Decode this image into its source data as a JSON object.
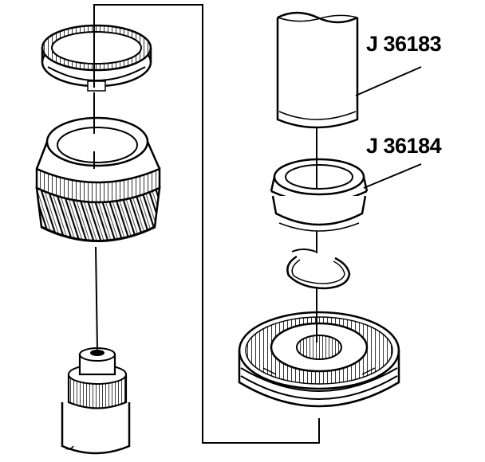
{
  "callouts": [
    {
      "id": "tool-1",
      "text": "J 36183"
    },
    {
      "id": "tool-2",
      "text": "J 36184"
    }
  ],
  "colors": {
    "ink": "#000000",
    "paper": "#ffffff",
    "shade": "#555555"
  }
}
